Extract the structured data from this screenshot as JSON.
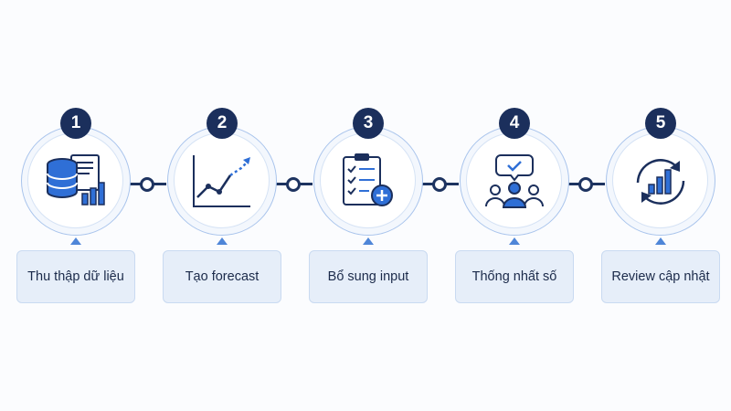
{
  "colors": {
    "navy": "#1b2f5c",
    "accent_blue": "#2f6fd6",
    "light_blue": "#e6eef9",
    "ring_border": "#a9c4ec"
  },
  "steps": [
    {
      "number": "1",
      "label": "Thu thập dữ liệu",
      "icon": "database-report-icon"
    },
    {
      "number": "2",
      "label": "Tạo forecast",
      "icon": "forecast-line-chart-icon"
    },
    {
      "number": "3",
      "label": "Bổ sung input",
      "icon": "checklist-add-icon"
    },
    {
      "number": "4",
      "label": "Thống nhất số",
      "icon": "team-agreement-icon"
    },
    {
      "number": "5",
      "label": "Review cập nhật",
      "icon": "refresh-chart-icon"
    }
  ]
}
